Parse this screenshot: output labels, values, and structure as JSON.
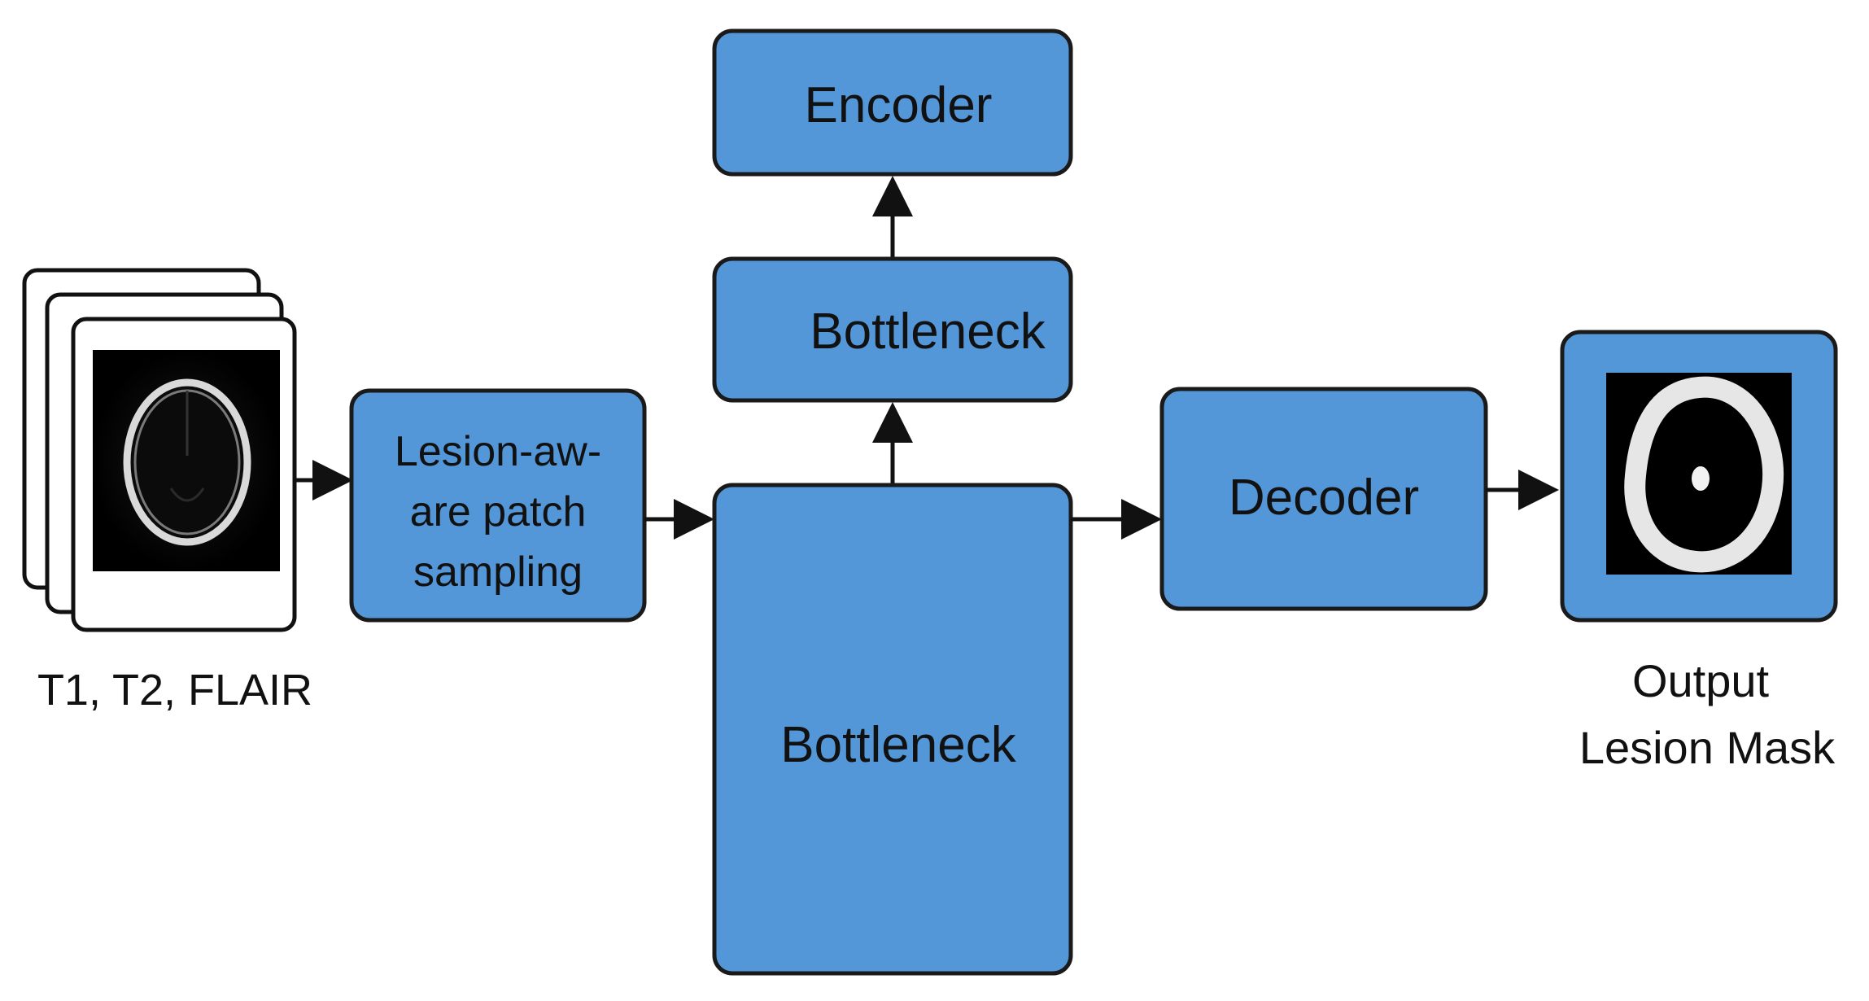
{
  "diagram": {
    "colors": {
      "box_fill": "#5497d8",
      "box_stroke": "#1a1a1a",
      "arrow": "#111111",
      "image_bg": "#000000",
      "card_fill": "#ffffff"
    },
    "input": {
      "caption": "T1, T2, FLAIR",
      "icon": "brain-mri-slice-stack"
    },
    "patch_sampling": {
      "label_lines": [
        "Lesion-aw-",
        "are patch",
        "sampling"
      ]
    },
    "encoder": {
      "label": "Encoder"
    },
    "bottleneck_top": {
      "label": "Bottleneck"
    },
    "bottleneck_main": {
      "label": "Bottleneck"
    },
    "decoder": {
      "label": "Decoder"
    },
    "output": {
      "caption_lines": [
        "Output",
        "Lesion Mask"
      ],
      "icon": "lesion-mask-image"
    }
  }
}
